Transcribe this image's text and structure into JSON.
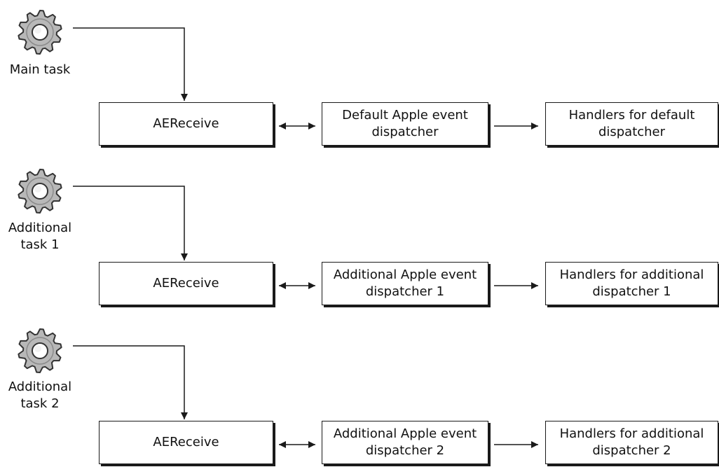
{
  "colors": {
    "line": "#1a1a1a",
    "gear_fill": "#b8b8b8",
    "gear_edge": "#333333"
  },
  "icons": {
    "task": "gear-icon"
  },
  "tasks": [
    {
      "label": "Main task",
      "receive": "AEReceive",
      "dispatcher": "Default Apple event\ndispatcher",
      "handlers": "Handlers for default\ndispatcher"
    },
    {
      "label": "Additional\ntask 1",
      "receive": "AEReceive",
      "dispatcher": "Additional Apple event\ndispatcher 1",
      "handlers": "Handlers for additional\ndispatcher 1"
    },
    {
      "label": "Additional\ntask 2",
      "receive": "AEReceive",
      "dispatcher": "Additional Apple event\ndispatcher 2",
      "handlers": "Handlers for additional\ndispatcher 2"
    }
  ]
}
